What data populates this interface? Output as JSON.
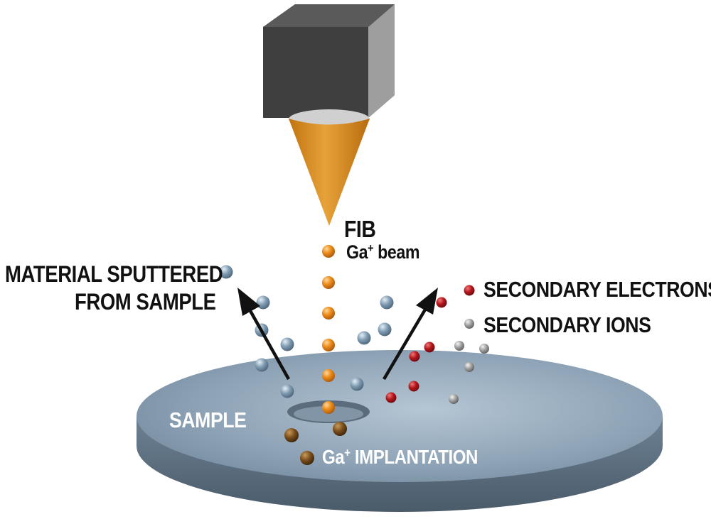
{
  "labels": {
    "fib": "FIB",
    "beam": {
      "prefix": "Ga",
      "sup": "+",
      "suffix": " beam"
    },
    "sputtered_line1": "MATERIAL SPUTTERED",
    "sputtered_line2": "FROM SAMPLE",
    "secondary_electrons": "SECONDARY ELECTRONS",
    "secondary_ions": "SECONDARY IONS",
    "sample": "SAMPLE",
    "implantation": {
      "prefix": "Ga",
      "sup": "+",
      "suffix": " IMPLANTATION"
    }
  },
  "colors": {
    "ga_ion": "#e08a1e",
    "sputtered_atom": "#7f9bb2",
    "secondary_electron": "#b3161c",
    "secondary_ion": "#9c9c9c",
    "implanted_ion": "#6b4518",
    "cone": "#d98a1a",
    "sample_top": "#8ea3b6",
    "sample_side": "#5c6f80",
    "column_block": "#4a4a4a"
  },
  "icons": {
    "ion_column": "cube-shape",
    "beam_cone": "cone-shape",
    "arrows": "arrow-up-shape"
  }
}
